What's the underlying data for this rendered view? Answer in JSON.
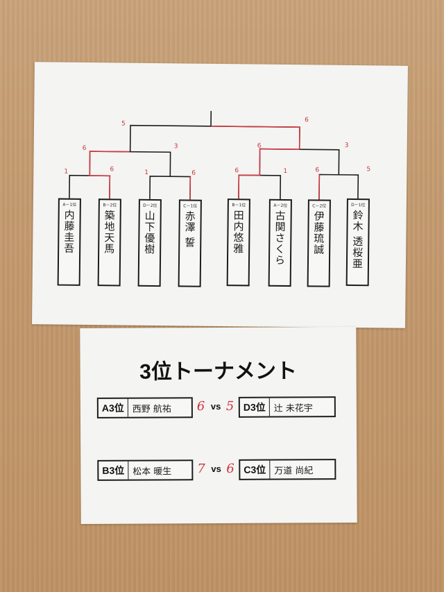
{
  "bracket": {
    "players": [
      {
        "seed": "A－1位",
        "name": "内藤圭吾"
      },
      {
        "seed": "B－2位",
        "name": "築地天馬"
      },
      {
        "seed": "D－2位",
        "name": "山下優樹"
      },
      {
        "seed": "C－1位",
        "name": "赤澤 誓"
      },
      {
        "seed": "B－1位",
        "name": "田内悠雅"
      },
      {
        "seed": "A－2位",
        "name": "古関さくら"
      },
      {
        "seed": "C－2位",
        "name": "伊藤琉誠"
      },
      {
        "seed": "D－1位",
        "name": "鈴木 透桜亜"
      }
    ],
    "scores": {
      "r1_m1_left": "1",
      "r1_m1_right": "6",
      "r1_m2_left": "1",
      "r1_m2_right": "6",
      "r1_m3_left": "6",
      "r1_m3_right": "1",
      "r1_m4_left": "6",
      "r1_m4_right": "5",
      "sf1_left": "6",
      "sf1_right": "3",
      "sf2_left": "6",
      "sf2_right": "3",
      "final_left": "5",
      "final_right": "6"
    },
    "winner_line_color": "#d23a44",
    "line_color": "#1c1c1c"
  },
  "third_place": {
    "title": "3位トーナメント",
    "vs_label": "vs",
    "matches": [
      {
        "left": {
          "label": "A3位",
          "name": "西野 航祐",
          "score": "6"
        },
        "right": {
          "label": "D3位",
          "name": "辻 未花宇",
          "score": "5"
        }
      },
      {
        "left": {
          "label": "B3位",
          "name": "松本 暖生",
          "score": "7"
        },
        "right": {
          "label": "C3位",
          "name": "万道 尚紀",
          "score": "6"
        }
      }
    ]
  }
}
